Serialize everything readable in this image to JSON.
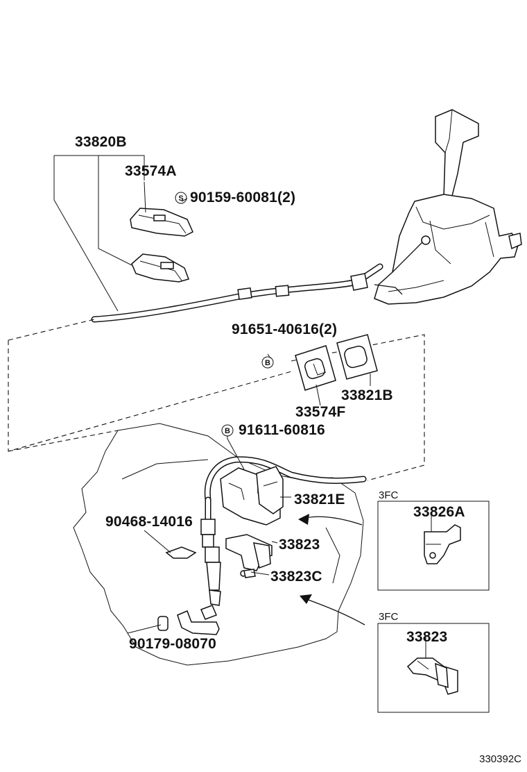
{
  "parts": {
    "p33820B": "33820B",
    "p33574A": "33574A",
    "p90159": "90159-60081(2)",
    "p91651": "91651-40616(2)",
    "p33574F": "33574F",
    "p33821B": "33821B",
    "p91611": "91611-60816",
    "p33821E": "33821E",
    "p90468": "90468-14016",
    "p33823": "33823",
    "p33823C": "33823C",
    "p90179": "90179-08070",
    "box1_part": "33826A",
    "box2_part": "33823"
  },
  "marks": {
    "s": "S",
    "b1": "B",
    "b2": "B"
  },
  "boxes": {
    "box1_tag": "3FC",
    "box2_tag": "3FC"
  },
  "diagram_code": "330392C"
}
